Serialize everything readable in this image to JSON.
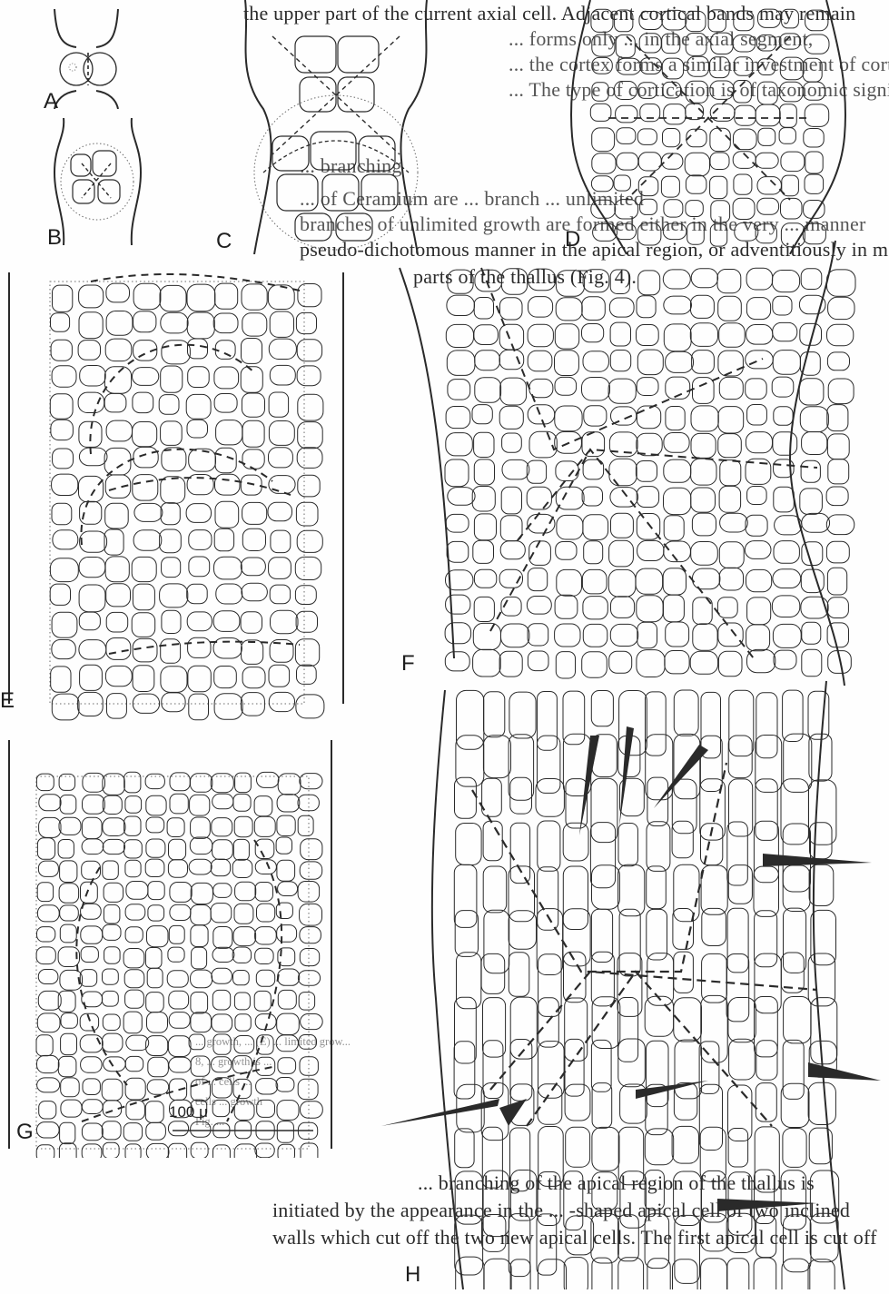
{
  "page": {
    "background": "#fefefe",
    "ink_color": "#2a2a2a",
    "dashed_line_color": "#2a2a2a",
    "stipple_color": "#6a6a6a"
  },
  "body_text": {
    "top_lines": [
      "the upper part of the current axial cell. Adjacent cortical bands may remain",
      "... forms only ... in the axial segment,",
      "... the cortex forms a similar investment of cortical",
      "... The type of cortication is of taxonomic significance.",
      "... branching",
      "... of Ceramium are ... branch ... unlimited",
      "branches of unlimited growth are formed either in the very ... manner",
      "pseudo-dichotomous manner in the apical region, or adventitiously in mature",
      "parts of the thallus (Fig. 4)."
    ],
    "bottom_lines": [
      "... branching of the apical region of the thallus is",
      "initiated by the appearance in the ... -shaped apical cell of two inclined",
      "walls which cut off the two new apical cells. The first apical cell is cut off"
    ]
  },
  "caption_ghost": [
    "... growth, ... (E) ... limited grow...",
    "8, ... growth is ... ",
    "of ... cells ...",
    "cells ... growth",
    "Fig. ..."
  ],
  "figure": {
    "panels": [
      {
        "id": "A",
        "label": "A"
      },
      {
        "id": "B",
        "label": "B"
      },
      {
        "id": "C",
        "label": "C"
      },
      {
        "id": "D",
        "label": "D"
      },
      {
        "id": "E",
        "label": "E"
      },
      {
        "id": "F",
        "label": "F"
      },
      {
        "id": "G",
        "label": "G"
      },
      {
        "id": "H",
        "label": "H"
      }
    ],
    "scale_bar": {
      "label": "100 μ"
    }
  }
}
